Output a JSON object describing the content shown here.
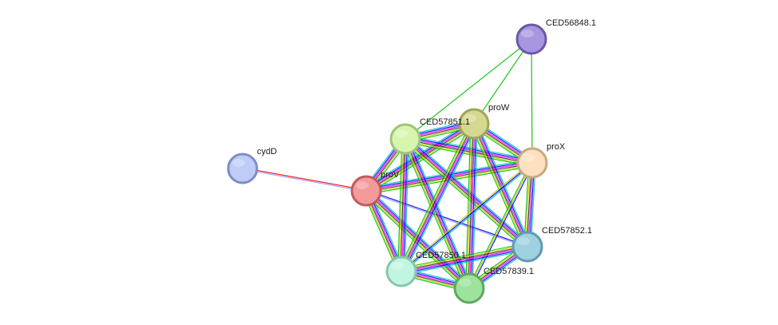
{
  "nodes": [
    {
      "id": "CED56848.1",
      "label": "CED56848.1",
      "color": "#a996e0",
      "stroke": "#6b58a8"
    },
    {
      "id": "proW",
      "label": "proW",
      "color": "#d4d98f",
      "stroke": "#9fa55a"
    },
    {
      "id": "CED57851.1",
      "label": "CED57851.1",
      "color": "#d8f5b0",
      "stroke": "#9ec47a"
    },
    {
      "id": "proX",
      "label": "proX",
      "color": "#fde0c0",
      "stroke": "#c8a984"
    },
    {
      "id": "cydD",
      "label": "cydD",
      "color": "#c0ccf7",
      "stroke": "#7d8ec4"
    },
    {
      "id": "proV",
      "label": "proV",
      "color": "#f49a9a",
      "stroke": "#c25b5b"
    },
    {
      "id": "CED57852.1",
      "label": "CED57852.1",
      "color": "#9fd1e0",
      "stroke": "#5e9bae"
    },
    {
      "id": "CED57850.1",
      "label": "CED57850.1",
      "color": "#c0f5e2",
      "stroke": "#85c7ad"
    },
    {
      "id": "CED57839.1",
      "label": "CED57839.1",
      "color": "#9de29d",
      "stroke": "#5ea85e"
    }
  ],
  "edge_colors": [
    "#00c0c0",
    "#0000ff",
    "#ff00ff",
    "#333333",
    "#ff0000",
    "#cccc00",
    "#00c000",
    "#9999ff"
  ],
  "edges": [
    {
      "source": "CED56848.1",
      "target": "proW",
      "types": [
        "#00c000"
      ]
    },
    {
      "source": "CED56848.1",
      "target": "CED57851.1",
      "types": [
        "#00c000"
      ]
    },
    {
      "source": "CED56848.1",
      "target": "proX",
      "types": [
        "#00c000"
      ]
    },
    {
      "source": "cydD",
      "target": "proV",
      "types": [
        "#ff0000",
        "#9999ff"
      ]
    },
    {
      "source": "proV",
      "target": "CED57851.1",
      "types": [
        "#00c0c0",
        "#0000ff",
        "#ff00ff",
        "#333333",
        "#cccc00",
        "#00c000"
      ]
    },
    {
      "source": "proV",
      "target": "proW",
      "types": [
        "#00c0c0",
        "#0000ff",
        "#ff00ff",
        "#333333",
        "#cccc00",
        "#00c000"
      ]
    },
    {
      "source": "proV",
      "target": "proX",
      "types": [
        "#00c0c0",
        "#0000ff",
        "#ff00ff",
        "#333333",
        "#cccc00",
        "#00c000"
      ]
    },
    {
      "source": "proV",
      "target": "CED57852.1",
      "types": [
        "#0000ff",
        "#9999ff"
      ]
    },
    {
      "source": "proV",
      "target": "CED57850.1",
      "types": [
        "#00c0c0",
        "#0000ff",
        "#ff00ff",
        "#333333",
        "#cccc00",
        "#00c000"
      ]
    },
    {
      "source": "proV",
      "target": "CED57839.1",
      "types": [
        "#00c0c0",
        "#0000ff",
        "#ff00ff",
        "#333333",
        "#cccc00",
        "#00c000"
      ]
    },
    {
      "source": "CED57851.1",
      "target": "proW",
      "types": [
        "#00c0c0",
        "#0000ff",
        "#ff00ff",
        "#333333",
        "#cccc00",
        "#00c000"
      ]
    },
    {
      "source": "CED57851.1",
      "target": "proX",
      "types": [
        "#00c0c0",
        "#0000ff",
        "#ff00ff",
        "#333333",
        "#cccc00",
        "#00c000"
      ]
    },
    {
      "source": "CED57851.1",
      "target": "CED57852.1",
      "types": [
        "#00c0c0",
        "#0000ff",
        "#ff00ff",
        "#333333",
        "#cccc00",
        "#00c000"
      ]
    },
    {
      "source": "CED57851.1",
      "target": "CED57850.1",
      "types": [
        "#00c0c0",
        "#0000ff",
        "#ff00ff",
        "#333333",
        "#cccc00",
        "#00c000"
      ]
    },
    {
      "source": "CED57851.1",
      "target": "CED57839.1",
      "types": [
        "#00c0c0",
        "#0000ff",
        "#ff00ff",
        "#333333",
        "#cccc00",
        "#00c000"
      ]
    },
    {
      "source": "proW",
      "target": "proX",
      "types": [
        "#00c0c0",
        "#0000ff",
        "#ff00ff",
        "#333333",
        "#cccc00",
        "#00c000"
      ]
    },
    {
      "source": "proW",
      "target": "CED57852.1",
      "types": [
        "#00c0c0",
        "#0000ff",
        "#ff00ff",
        "#333333",
        "#cccc00",
        "#00c000"
      ]
    },
    {
      "source": "proW",
      "target": "CED57850.1",
      "types": [
        "#00c0c0",
        "#0000ff",
        "#ff00ff",
        "#333333",
        "#cccc00",
        "#00c000"
      ]
    },
    {
      "source": "proW",
      "target": "CED57839.1",
      "types": [
        "#00c0c0",
        "#0000ff",
        "#ff00ff",
        "#333333",
        "#cccc00",
        "#00c000"
      ]
    },
    {
      "source": "proX",
      "target": "CED57852.1",
      "types": [
        "#00c0c0",
        "#0000ff",
        "#ff00ff",
        "#333333",
        "#cccc00",
        "#00c000"
      ]
    },
    {
      "source": "proX",
      "target": "CED57850.1",
      "types": [
        "#00c0c0",
        "#0000ff",
        "#cccc00"
      ]
    },
    {
      "source": "proX",
      "target": "CED57839.1",
      "types": [
        "#0000ff",
        "#cccc00",
        "#00c000"
      ]
    },
    {
      "source": "CED57852.1",
      "target": "CED57850.1",
      "types": [
        "#00c0c0",
        "#0000ff",
        "#ff00ff",
        "#333333",
        "#cccc00",
        "#00c000"
      ]
    },
    {
      "source": "CED57852.1",
      "target": "CED57839.1",
      "types": [
        "#00c0c0",
        "#0000ff",
        "#ff00ff",
        "#333333",
        "#cccc00",
        "#00c000"
      ]
    },
    {
      "source": "CED57850.1",
      "target": "CED57839.1",
      "types": [
        "#00c0c0",
        "#0000ff",
        "#ff00ff",
        "#333333",
        "#cccc00",
        "#00c000"
      ]
    }
  ]
}
